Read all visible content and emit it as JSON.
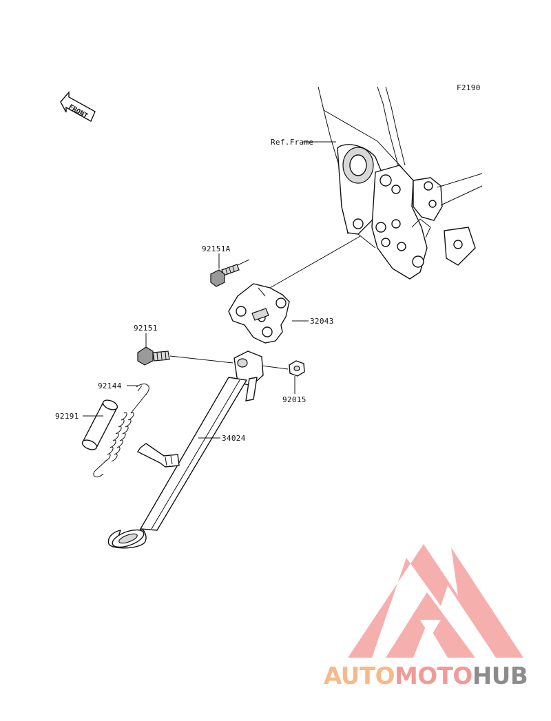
{
  "diagram": {
    "code": "F2190",
    "front_label": "FRONT",
    "ref_frame_label": "Ref.Frame",
    "parts": [
      {
        "id": "p-92151A",
        "number": "92151A"
      },
      {
        "id": "p-32043",
        "number": "32043"
      },
      {
        "id": "p-92151",
        "number": "92151"
      },
      {
        "id": "p-92015",
        "number": "92015"
      },
      {
        "id": "p-92144",
        "number": "92144"
      },
      {
        "id": "p-92191",
        "number": "92191"
      },
      {
        "id": "p-34024",
        "number": "34024"
      }
    ]
  },
  "watermark": {
    "brand_part1": "AUTO",
    "brand_part2": "MOTO",
    "brand_part3": "HUB",
    "colors": {
      "auto": "#f7b98a",
      "moto": "#f29a98",
      "hub": "#8c8c8c",
      "logo": "#f4a3a0"
    }
  }
}
